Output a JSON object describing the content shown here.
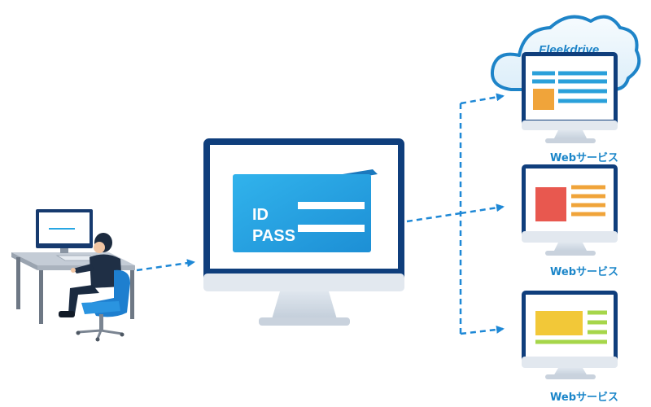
{
  "login": {
    "id_label": "ID",
    "pass_label": "PASS"
  },
  "cloud": {
    "brand": "Fleekdrive"
  },
  "services": [
    {
      "label": "Webサービス",
      "icon": "orange-block-layout",
      "accent": "#f0a43a",
      "line": "#2aa0da"
    },
    {
      "label": "Webサービス",
      "icon": "red-block-layout",
      "accent": "#e8584f",
      "line": "#f0a43a"
    },
    {
      "label": "Webサービス",
      "icon": "yellow-bar-layout",
      "accent": "#f2c838",
      "line": "#a6d64a"
    }
  ],
  "colors": {
    "arrow": "#1e88d6",
    "monitor_frame": "#0f3e7c",
    "login_panel": "#27a6e3",
    "service_label": "#1b86c9"
  }
}
